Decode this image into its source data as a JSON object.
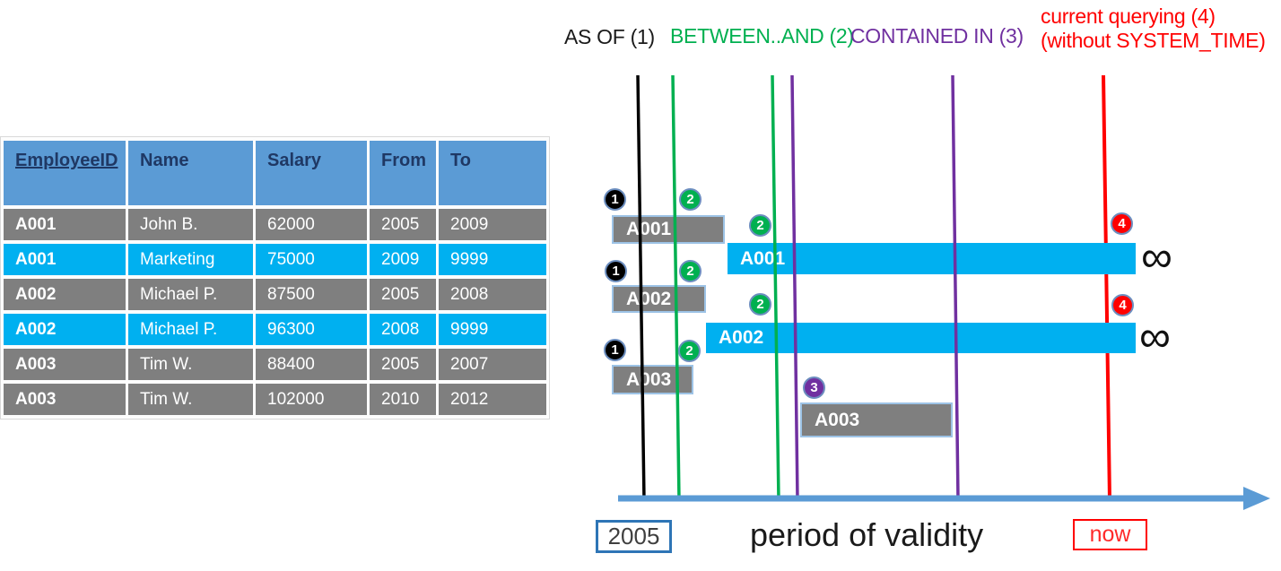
{
  "table": {
    "columns": [
      "EmployeeID",
      "Name",
      "Salary",
      "From",
      "To"
    ],
    "rows": [
      {
        "cells": [
          "A001",
          "John  B.",
          "62000",
          "2005",
          "2009"
        ],
        "highlight": false
      },
      {
        "cells": [
          "A001",
          "Marketing",
          "75000",
          "2009",
          "9999"
        ],
        "highlight": true
      },
      {
        "cells": [
          "A002",
          "Michael P.",
          "87500",
          "2005",
          "2008"
        ],
        "highlight": false
      },
      {
        "cells": [
          "A002",
          "Michael P.",
          "96300",
          "2008",
          "9999"
        ],
        "highlight": true
      },
      {
        "cells": [
          "A003",
          "Tim W.",
          "88400",
          "2005",
          "2007"
        ],
        "highlight": false
      },
      {
        "cells": [
          "A003",
          "Tim W.",
          "102000",
          "2010",
          "2012"
        ],
        "highlight": false
      }
    ]
  },
  "legend": {
    "as_of": "AS OF (1)",
    "between_and": "BETWEEN..AND (2)",
    "contained_in": "CONTAINED IN (3)",
    "current_querying_line1": "current querying (4)",
    "current_querying_line2": "(without SYSTEM_TIME)"
  },
  "diagram": {
    "bars": [
      {
        "label": "A001"
      },
      {
        "label": "A001"
      },
      {
        "label": "A002"
      },
      {
        "label": "A002"
      },
      {
        "label": "A003"
      },
      {
        "label": "A003"
      }
    ],
    "markers": [
      {
        "n": "1"
      },
      {
        "n": "2"
      },
      {
        "n": "2"
      },
      {
        "n": "1"
      },
      {
        "n": "2"
      },
      {
        "n": "2"
      },
      {
        "n": "1"
      },
      {
        "n": "2"
      },
      {
        "n": "3"
      },
      {
        "n": "4"
      },
      {
        "n": "4"
      }
    ],
    "infinity": "∞",
    "origin_label": "2005",
    "axis_label": "period of validity",
    "now_label": "now"
  },
  "colors": {
    "header_blue": "#5B9BD5",
    "row_gray": "#7F7F7F",
    "row_cyan": "#00B0F0",
    "bar_border": "#9DC3E6",
    "green": "#00B050",
    "purple": "#7030A0",
    "red": "#FF0000",
    "axis_blue": "#5B9BD5",
    "header_text": "#1F3864"
  }
}
